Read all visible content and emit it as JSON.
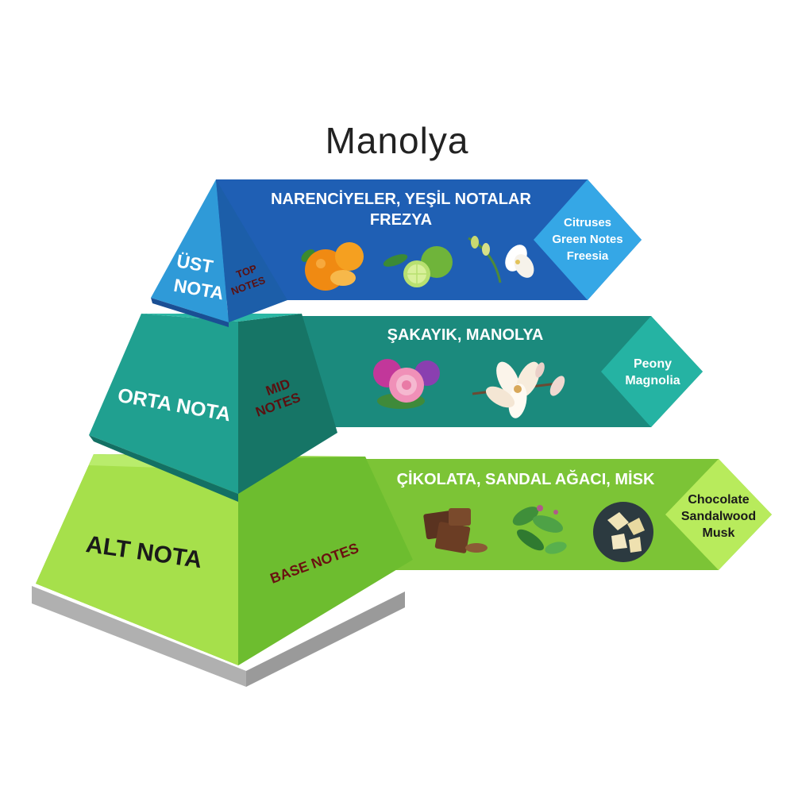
{
  "title": "Manolya",
  "colors": {
    "top_dark": "#1f5fb4",
    "top_light": "#2f9ad8",
    "mid_dark": "#1b7f73",
    "mid_light": "#22a196",
    "base_dark": "#5fb52a",
    "base_light": "#a6e04b",
    "shadow": "#a8a8a8"
  },
  "tiers": [
    {
      "key": "top",
      "tr_label_line1": "ÜST",
      "tr_label_line2": "NOTA",
      "en_label_line1": "TOP",
      "en_label_line2": "NOTES",
      "tr_notes_line1": "NARENCİYELER, YEŞİL NOTALAR",
      "tr_notes_line2": "FREZYA",
      "en_notes": [
        "Citruses",
        "Green Notes",
        "Freesia"
      ],
      "icons": [
        "mandarin-oranges-icon",
        "lime-bergamot-icon",
        "freesia-flower-icon"
      ]
    },
    {
      "key": "mid",
      "tr_label": "ORTA NOTA",
      "en_label_line1": "MID",
      "en_label_line2": "NOTES",
      "tr_notes": "ŞAKAYIK, MANOLYA",
      "en_notes": [
        "Peony",
        "Magnolia"
      ],
      "icons": [
        "peony-flower-icon",
        "magnolia-flower-icon"
      ]
    },
    {
      "key": "base",
      "tr_label": "ALT NOTA",
      "en_label": "BASE NOTES",
      "tr_notes": "ÇİKOLATA, SANDAL AĞACI, MİSK",
      "en_notes": [
        "Chocolate",
        "Sandalwood",
        "Musk"
      ],
      "icons": [
        "chocolate-icon",
        "sandalwood-leaves-icon",
        "musk-crystals-icon"
      ]
    }
  ]
}
